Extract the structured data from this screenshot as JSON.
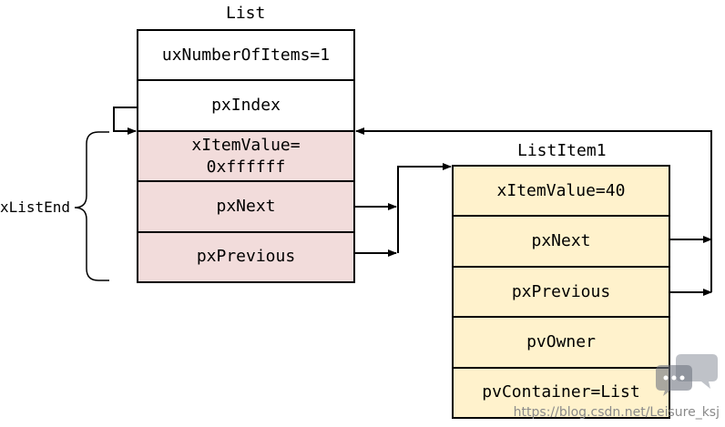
{
  "list": {
    "title": "List",
    "fields": [
      {
        "label": "uxNumberOfItems=1"
      },
      {
        "label": "pxIndex"
      },
      {
        "label": "xItemValue=\n0xffffff"
      },
      {
        "label": "pxNext"
      },
      {
        "label": "pxPrevious"
      }
    ]
  },
  "list_end_label": "xListEnd",
  "list_item": {
    "title": "ListItem1",
    "fields": [
      {
        "label": "xItemValue=40"
      },
      {
        "label": "pxNext"
      },
      {
        "label": "pxPrevious"
      },
      {
        "label": "pvOwner"
      },
      {
        "label": "pvContainer=List"
      }
    ]
  },
  "watermark": "https://blog.csdn.net/Leisure_ksj",
  "colors": {
    "list_header": "#ffffff",
    "list_end": "#f2dcdb",
    "list_item": "#fff2cc",
    "line": "#000000"
  },
  "icons": [
    "chat-bubble-icon"
  ]
}
